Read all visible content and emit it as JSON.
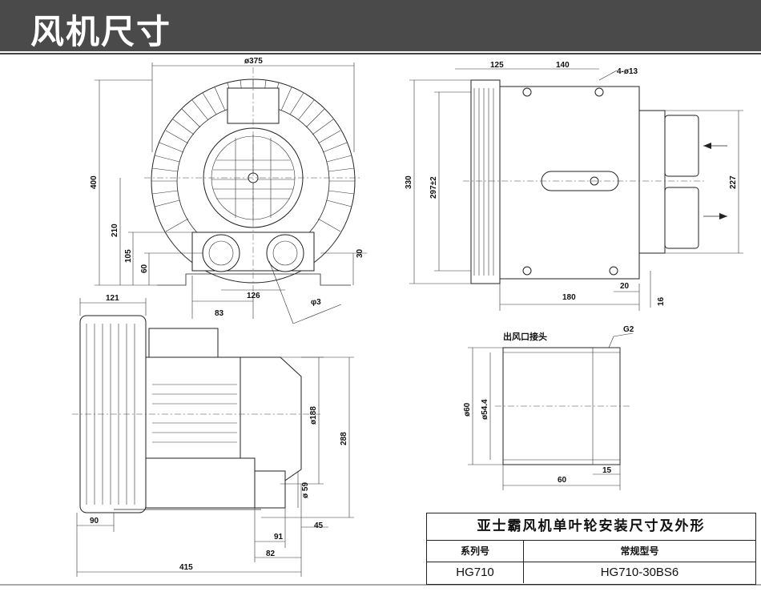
{
  "header": {
    "title": "风机尺寸"
  },
  "dims": {
    "d375": "ø375",
    "d400": "400",
    "d210": "210",
    "d105": "105",
    "d60": "60",
    "d30": "30",
    "d83": "83",
    "d126": "126",
    "d93": "φ3",
    "d125": "125",
    "d140": "140",
    "holes": "4-ø13",
    "d330": "330",
    "d297": "297±2",
    "d227": "227",
    "d180": "180",
    "d20": "20",
    "d16": "16",
    "d121": "121",
    "d188": "ø188",
    "d288": "288",
    "d59": "ø 59",
    "d90": "90",
    "d91": "91",
    "d45": "45",
    "d82": "82",
    "d415": "415",
    "outlet_label": "出风口接头",
    "g2": "G2",
    "p60": "ø60",
    "p544": "ø54.4",
    "p15": "15",
    "p60b": "60"
  },
  "table": {
    "title": "亚士霸风机单叶轮安装尺寸及外形",
    "col1_header": "系列号",
    "col2_header": "常规型号",
    "series": "HG710",
    "model": "HG710-30BS6"
  }
}
